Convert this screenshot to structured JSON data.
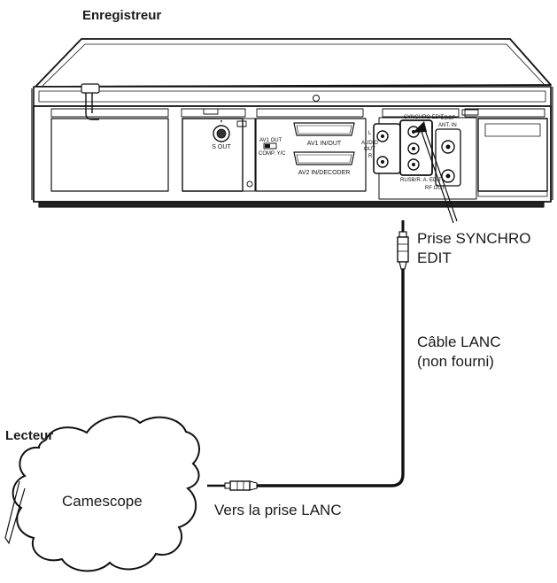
{
  "labels": {
    "recorder_title": "Enregistreur",
    "player_title": "Lecteur",
    "camcorder": "Camescope",
    "synchro_jack": [
      "Prise SYNCHRO",
      "EDIT"
    ],
    "cable": [
      "Câble LANC",
      "(non fourni)"
    ],
    "lanc_jack": "Vers la prise LANC"
  },
  "panel_text": {
    "s_out": "S OUT",
    "av1_out": "AV1 OUT",
    "comp_yc": "COMP.  Y/C",
    "av1_in_out": "AV1 IN/OUT",
    "av2_in_decoder": "AV2 IN/DECODER",
    "audio_out": [
      "L",
      "AUDIO",
      "OUT",
      "R"
    ],
    "synchro_edit_small": "SYNCHRO EDIT",
    "rusb_a_edit": "RUSB/R. A. EDIT",
    "loop_label": "LOOP",
    "ant_in": "ANT. IN",
    "rf_out": "RF OUT"
  }
}
